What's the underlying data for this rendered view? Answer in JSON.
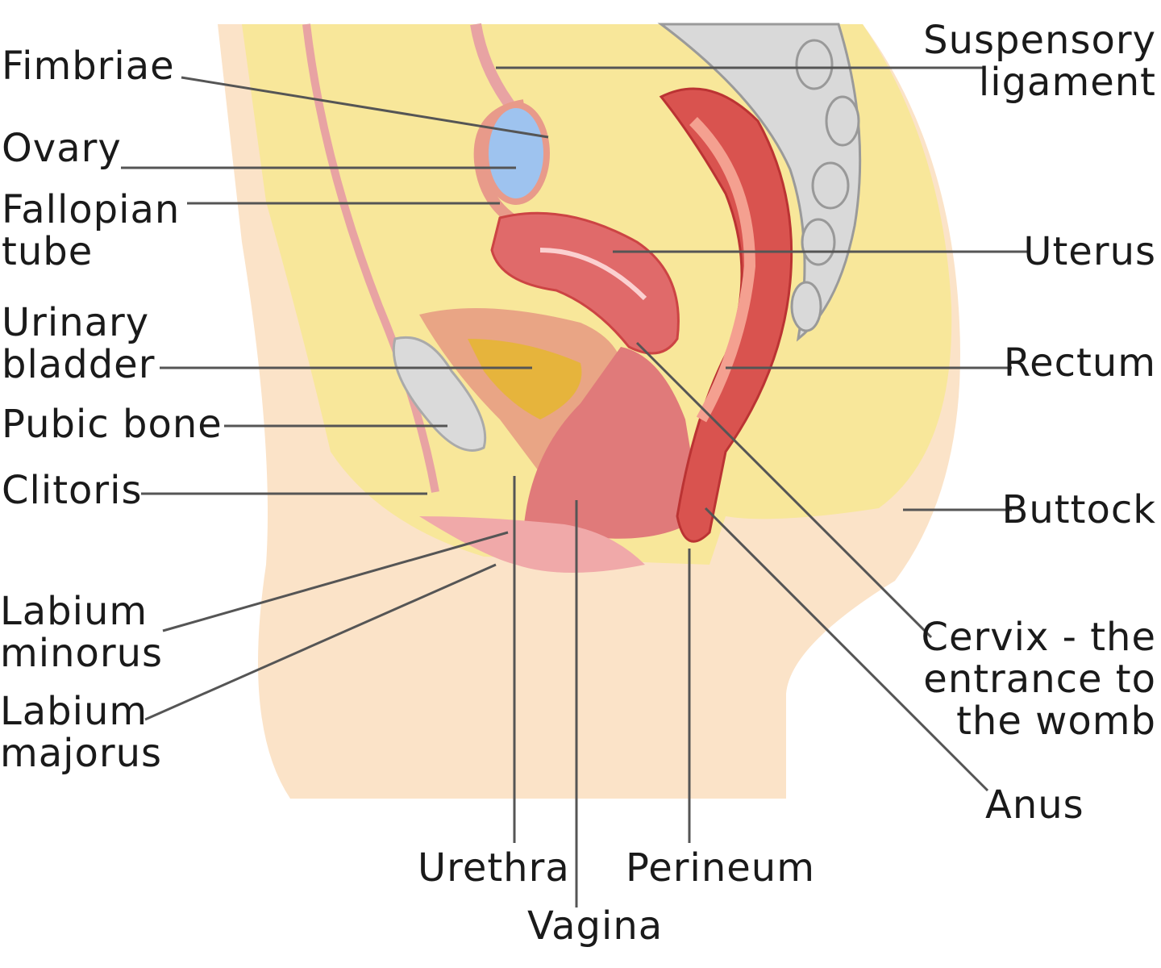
{
  "labels": {
    "fimbriae": "Fimbriae",
    "ovary": "Ovary",
    "fallopian_1": "Fallopian",
    "fallopian_2": "tube",
    "urinary_1": "Urinary",
    "urinary_2": "bladder",
    "pubic_bone": "Pubic bone",
    "clitoris": "Clitoris",
    "labium_minorus_1": "Labium",
    "labium_minorus_2": "minorus",
    "labium_majorus_1": "Labium",
    "labium_majorus_2": "majorus",
    "suspensory_1": "Suspensory",
    "suspensory_2": "ligament",
    "uterus": "Uterus",
    "rectum": "Rectum",
    "buttock": "Buttock",
    "cervix_1": "Cervix - the",
    "cervix_2": "entrance to",
    "cervix_3": "the  womb",
    "anus": "Anus",
    "urethra": "Urethra",
    "perineum": "Perineum",
    "vagina": "Vagina"
  },
  "colors": {
    "skin": "#fbe3c8",
    "pelvis_fat": "#f8e79a",
    "spine": "#d9d9d9",
    "uterus": "#e06a6a",
    "rectum": "#d9534f",
    "bladder_urine": "#e6b43c",
    "ovary": "#9ec3ef",
    "pubic_bone": "#d8d8d8",
    "leader_line": "#555555"
  }
}
